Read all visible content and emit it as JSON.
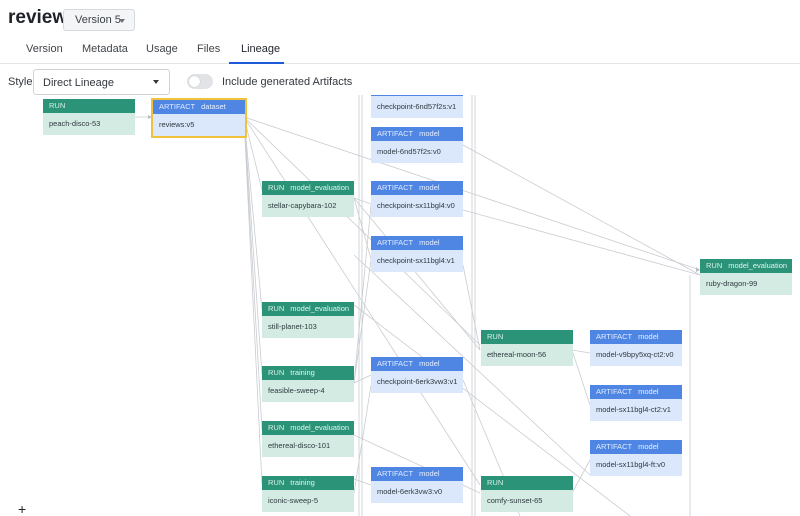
{
  "header": {
    "title": "reviews",
    "version": "Version 5"
  },
  "tabs": [
    {
      "label": "Version"
    },
    {
      "label": "Metadata"
    },
    {
      "label": "Usage"
    },
    {
      "label": "Files"
    },
    {
      "label": "Lineage"
    }
  ],
  "controls": {
    "style_label": "Style",
    "style_value": "Direct Lineage",
    "toggle_label": "Include generated Artifacts",
    "toggle_on": false
  },
  "zoom_in_label": "+",
  "colors": {
    "run_header": "#2a9378",
    "run_body": "#d3ebe2",
    "artifact_header": "#4f86e3",
    "artifact_body": "#dbe7fb",
    "selected_outline": "#f0c23c",
    "active_tab": "#1c5bd8"
  },
  "graph": {
    "nodes": [
      {
        "id": "n_peach",
        "kind": "RUN",
        "type": "",
        "name": "peach-disco-53"
      },
      {
        "id": "n_reviews",
        "kind": "ARTIFACT",
        "type": "dataset",
        "name": "reviews:v5",
        "selected": true
      },
      {
        "id": "n_ckpt6nd",
        "kind": "",
        "type": "",
        "name": "checkpoint-6nd57f2s:v1"
      },
      {
        "id": "n_model6nd",
        "kind": "ARTIFACT",
        "type": "model",
        "name": "model-6nd57f2s:v0"
      },
      {
        "id": "n_stellar",
        "kind": "RUN",
        "type": "model_evaluation",
        "name": "stellar-capybara-102"
      },
      {
        "id": "n_ckptsx0",
        "kind": "ARTIFACT",
        "type": "model",
        "name": "checkpoint-sx11bgl4:v0"
      },
      {
        "id": "n_ckptsx1",
        "kind": "ARTIFACT",
        "type": "model",
        "name": "checkpoint-sx11bgl4:v1"
      },
      {
        "id": "n_ruby",
        "kind": "RUN",
        "type": "model_evaluation",
        "name": "ruby-dragon-99"
      },
      {
        "id": "n_still",
        "kind": "RUN",
        "type": "model_evaluation",
        "name": "still-planet-103"
      },
      {
        "id": "n_ethereal_moon",
        "kind": "RUN",
        "type": "",
        "name": "ethereal-moon-56"
      },
      {
        "id": "n_model_v9",
        "kind": "ARTIFACT",
        "type": "model",
        "name": "model-v9bpy5xq-ct2:v0"
      },
      {
        "id": "n_feasible",
        "kind": "RUN",
        "type": "training",
        "name": "feasible-sweep-4"
      },
      {
        "id": "n_ckpt6erk",
        "kind": "ARTIFACT",
        "type": "model",
        "name": "checkpoint-6erk3vw3:v1"
      },
      {
        "id": "n_model_sxct2",
        "kind": "ARTIFACT",
        "type": "model",
        "name": "model-sx11bgl4-ct2:v1"
      },
      {
        "id": "n_ethereal_disco",
        "kind": "RUN",
        "type": "model_evaluation",
        "name": "ethereal-disco-101"
      },
      {
        "id": "n_model_sxft",
        "kind": "ARTIFACT",
        "type": "model",
        "name": "model-sx11bgl4-ft:v0"
      },
      {
        "id": "n_iconic",
        "kind": "RUN",
        "type": "training",
        "name": "iconic-sweep-5"
      },
      {
        "id": "n_model6erk",
        "kind": "ARTIFACT",
        "type": "model",
        "name": "model-6erk3vw3:v0"
      },
      {
        "id": "n_comfy",
        "kind": "RUN",
        "type": "",
        "name": "comfy-sunset-65"
      }
    ]
  }
}
